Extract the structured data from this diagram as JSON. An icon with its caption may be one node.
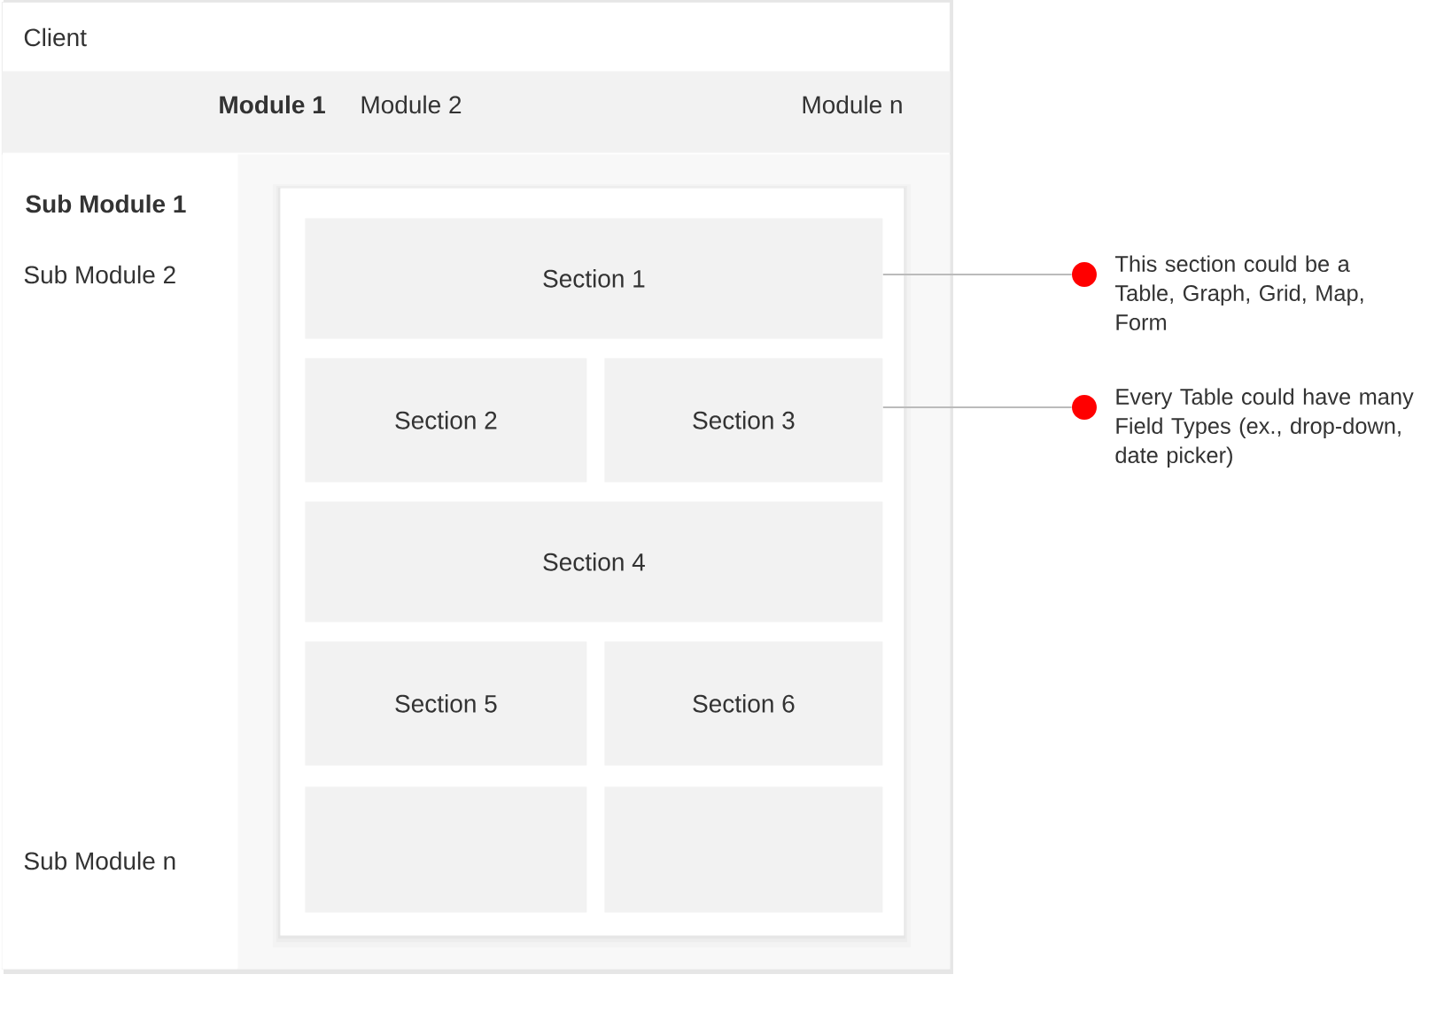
{
  "diagram": {
    "nodes": [
      {
        "text": [
          "Client"
        ]
      },
      {
        "text": [
          "Module 1",
          "Module 2",
          "Module n"
        ],
        "in": 0
      },
      {
        "text": [
          "Sub Module 1",
          "Sub Module 2",
          "Sub Module n"
        ],
        "in": 0
      },
      {
        "text": [],
        "shape": "box",
        "in": 0
      },
      {
        "text": [],
        "shape": "box",
        "in": 3
      },
      {
        "text": [
          "Section 1"
        ],
        "in": 4
      },
      {
        "text": [
          "Section 2"
        ],
        "in": 4
      },
      {
        "text": [
          "Section 3"
        ],
        "in": 4
      },
      {
        "text": [
          "Section 4"
        ],
        "in": 4
      },
      {
        "text": [
          "Section 5"
        ],
        "in": 4
      },
      {
        "text": [
          "Section 6"
        ],
        "in": 4
      },
      {
        "text": [],
        "shape": "box",
        "in": 4
      },
      {
        "text": [],
        "shape": "box",
        "in": 4
      },
      {
        "text": [],
        "shape": "circle",
        "beside": [
          "This section could be a Table, Graph, Grid, Map, Form"
        ]
      },
      {
        "text": [],
        "shape": "circle",
        "beside": [
          "Every Table could have many Field Types (ex., drop-down, date picker)"
        ]
      }
    ],
    "edges": [
      {
        "from": 13,
        "to": 5,
        "arrow": "none"
      },
      {
        "from": 14,
        "to": 7,
        "arrow": "none"
      }
    ]
  }
}
